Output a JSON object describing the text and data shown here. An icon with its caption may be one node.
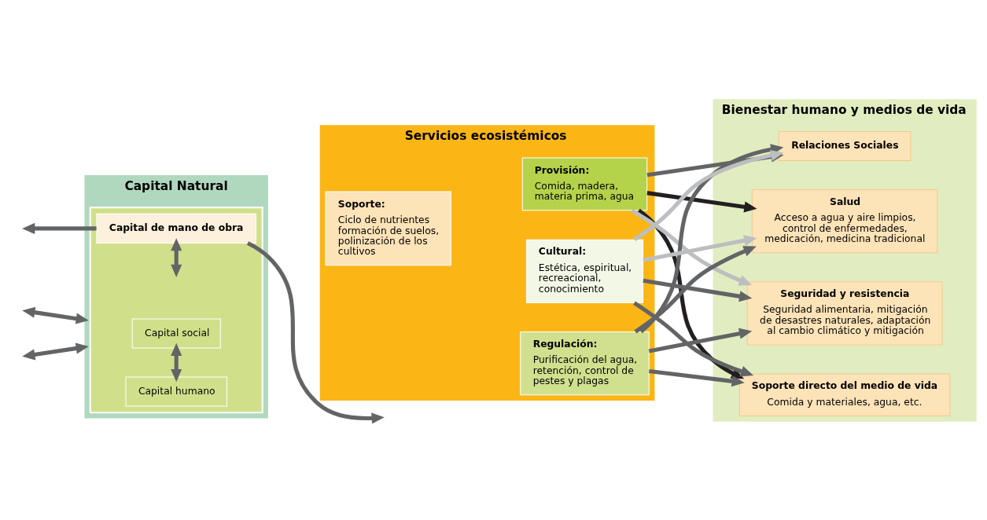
{
  "diagram": {
    "nodes": [
      {
        "text": [
          "Capital Natural"
        ]
      },
      {
        "text": [],
        "shape": "box",
        "in": 0
      },
      {
        "text": [
          "Capital social"
        ],
        "in": 1
      },
      {
        "text": [
          "Capital humano"
        ],
        "in": 1
      },
      {
        "text": [
          "Capital de mano de obra"
        ],
        "in": 1
      },
      {
        "text": [
          "Servicios ecosistémicos"
        ]
      },
      {
        "text": [
          "Soporte:",
          "Ciclo de nutrientes formación de suelos, polinización de los cultivos"
        ],
        "in": 5
      },
      {
        "text": [
          "Provisión:",
          "Comida, madera, materia prima, agua"
        ],
        "in": 5
      },
      {
        "text": [
          "Regulación:",
          "Purificación del agua, retención, control de pestes y plagas"
        ],
        "in": 5
      },
      {
        "text": [
          "Cultural:",
          "Estética, espiritual, recreacional, conocimiento"
        ],
        "in": 5
      },
      {
        "text": [
          "Bienestar humano y medios de vida"
        ]
      },
      {
        "text": [
          "Soporte directo del medio de vida",
          "Comida y materiales, agua, etc."
        ],
        "in": 10
      },
      {
        "text": [
          "Seguridad y resistencia",
          "Seguridad alimentaria, mitigación de desastres naturales, adaptación al cambio climático y mitigación"
        ],
        "in": 10
      },
      {
        "text": [
          "Salud",
          "Acceso a agua y aire limpios, control de enfermedades, medicación, medicina tradicional"
        ],
        "in": 10
      },
      {
        "text": [
          "Relaciones Sociales"
        ],
        "in": 10
      }
    ],
    "edges": [
      {
        "from": 2,
        "to": 3,
        "arrow": "both"
      },
      {
        "from": 4,
        "to": null,
        "arrow": "to"
      },
      {
        "from": 4,
        "to": null,
        "arrow": "to"
      },
      {
        "from": 4,
        "to": null,
        "arrow": "both"
      },
      {
        "from": 0,
        "to": null,
        "arrow": "both"
      },
      {
        "from": 0,
        "to": null,
        "arrow": "both"
      },
      {
        "from": 7,
        "to": 11,
        "arrow": "to",
        "color": "#231f20"
      },
      {
        "from": 7,
        "to": 12,
        "arrow": "to",
        "color": "#bcbec0"
      },
      {
        "from": 7,
        "to": 13,
        "arrow": "to",
        "color": "#231f20"
      },
      {
        "from": 7,
        "to": 14,
        "arrow": "to"
      },
      {
        "from": 8,
        "to": 11,
        "arrow": "to"
      },
      {
        "from": 8,
        "to": 12,
        "arrow": "to"
      },
      {
        "from": 8,
        "to": 13,
        "arrow": "to"
      },
      {
        "from": 8,
        "to": 14,
        "arrow": "to"
      },
      {
        "from": 9,
        "to": 11,
        "arrow": "to"
      },
      {
        "from": 9,
        "to": 12,
        "arrow": "to"
      },
      {
        "from": 9,
        "to": 13,
        "arrow": "to",
        "color": "#bcbec0"
      },
      {
        "from": 9,
        "to": 14,
        "arrow": "to",
        "color": "#bcbec0"
      }
    ]
  }
}
